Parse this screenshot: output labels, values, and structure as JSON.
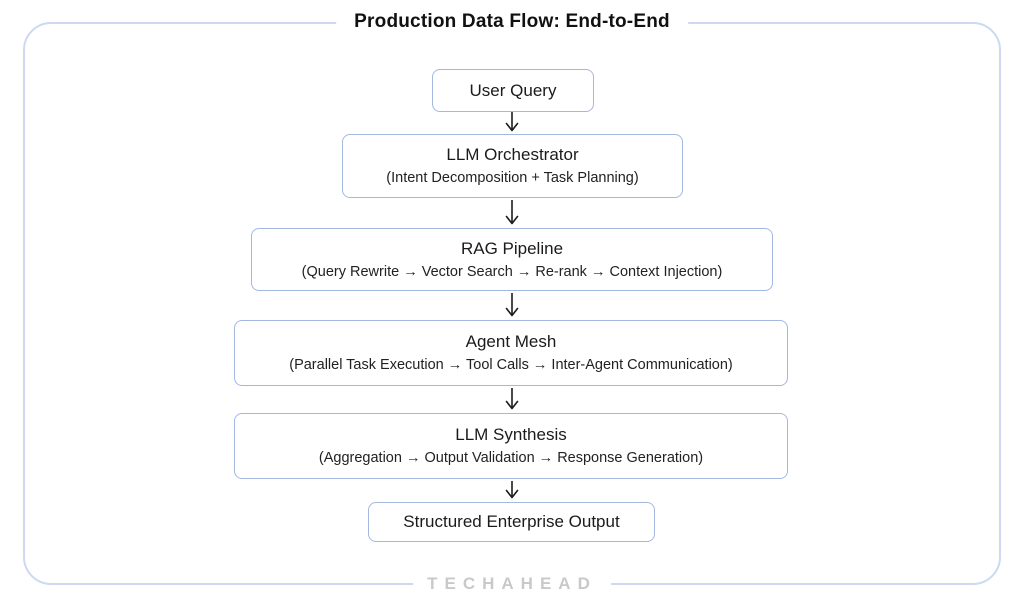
{
  "page": {
    "title": "Production Data Flow: End-to-End",
    "brand": "TECHAHEAD"
  },
  "colors": {
    "container_border": "#ccd9f1",
    "node_border": "#a2b8e0",
    "text": "#1b1b1b",
    "brand_text": "#c9c9c9"
  },
  "flow": {
    "nodes": [
      {
        "title": "User Query",
        "subtitle": ""
      },
      {
        "title": "LLM Orchestrator",
        "subtitle": "(Intent Decomposition + Task Planning)"
      },
      {
        "title": "RAG Pipeline",
        "subtitle": "(Query Rewrite → Vector Search → Re-rank → Context Injection)"
      },
      {
        "title": "Agent Mesh",
        "subtitle": "(Parallel Task Execution → Tool Calls → Inter-Agent Communication)"
      },
      {
        "title": "LLM Synthesis",
        "subtitle": "(Aggregation → Output Validation → Response Generation)"
      },
      {
        "title": "Structured Enterprise Output",
        "subtitle": ""
      }
    ],
    "arrow_direction": "down"
  }
}
